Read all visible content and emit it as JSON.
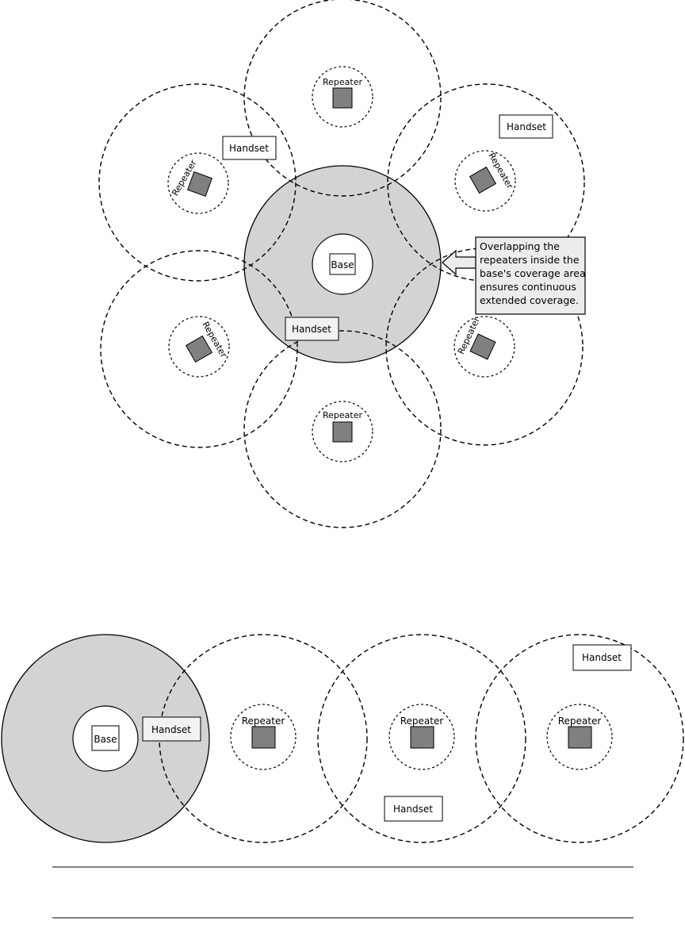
{
  "colors": {
    "base_coverage_fill": "#d3d3d3",
    "repeater_fill": "#808080",
    "stroke": "#000000",
    "callout_fill": "#ececec"
  },
  "labels": {
    "base": "Base",
    "repeater": "Repeater",
    "handset": "Handset"
  },
  "callout": {
    "lines": [
      "Overlapping the",
      "repeaters inside the",
      "base's coverage area",
      "ensures continuous",
      "extended coverage."
    ]
  },
  "diagrams": [
    {
      "name": "radial-extended-coverage",
      "repeater_count": 6,
      "handset_count": 3
    },
    {
      "name": "linear-extended-coverage",
      "repeater_count": 3,
      "handset_count": 3
    }
  ]
}
